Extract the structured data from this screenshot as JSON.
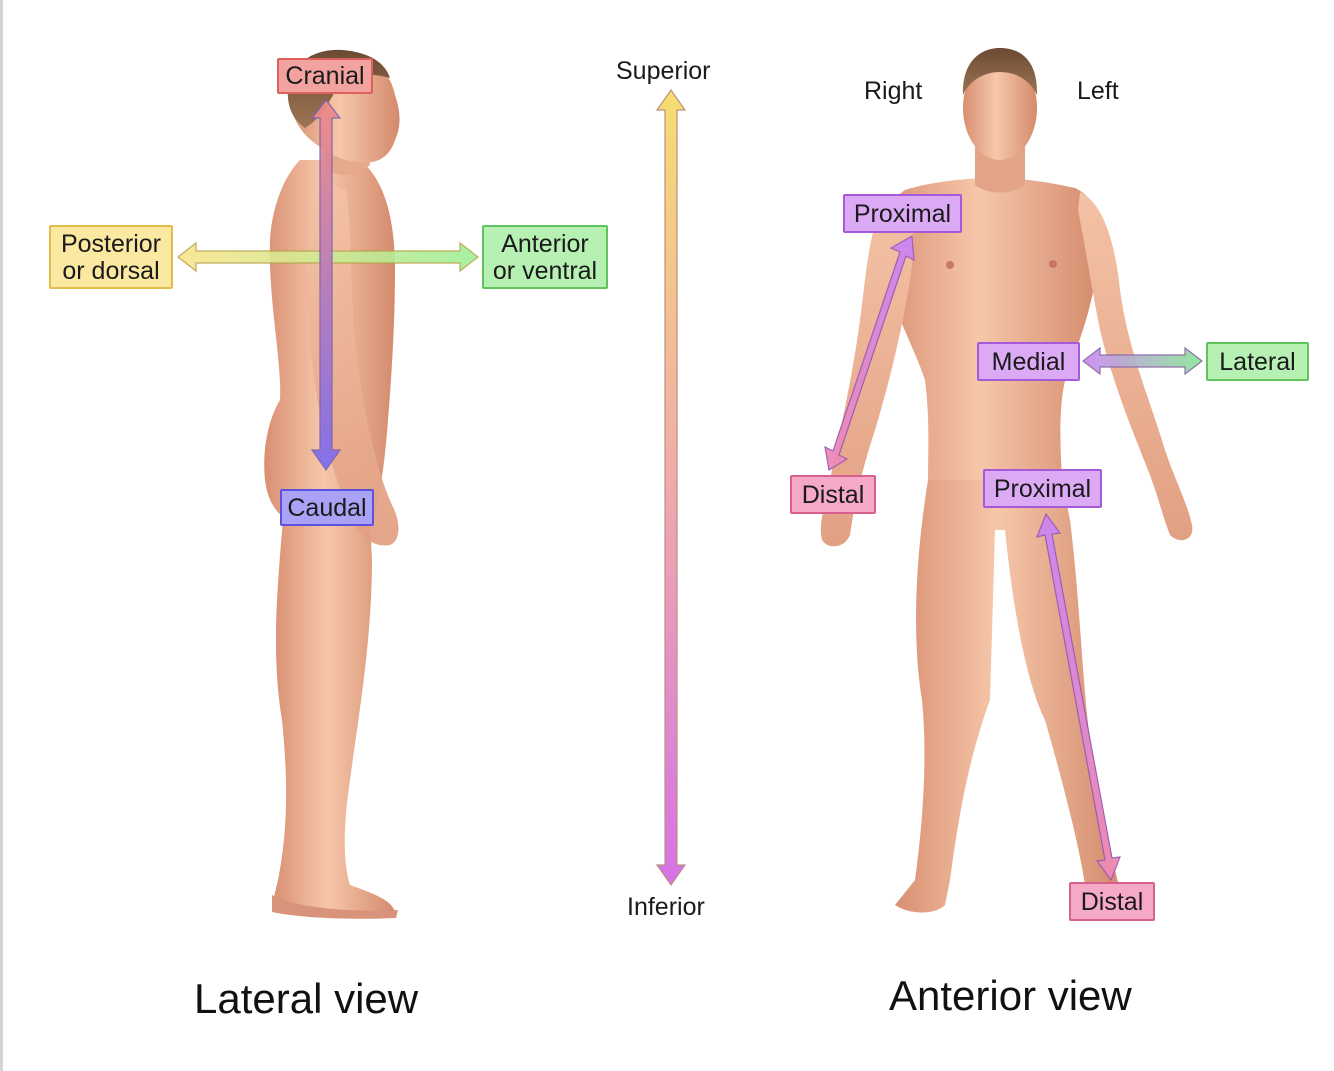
{
  "lateral": {
    "cranial": "Cranial",
    "caudal": "Caudal",
    "posterior": [
      "Posterior",
      "or dorsal"
    ],
    "anterior": [
      "Anterior",
      "or ventral"
    ],
    "caption": "Lateral view"
  },
  "axis": {
    "superior": "Superior",
    "inferior": "Inferior"
  },
  "anterior_view": {
    "right": "Right",
    "left": "Left",
    "arm_proximal": "Proximal",
    "arm_distal": "Distal",
    "medial": "Medial",
    "lateral": "Lateral",
    "leg_proximal": "Proximal",
    "leg_distal": "Distal",
    "caption": "Anterior view"
  },
  "colors": {
    "cranial": "#f2a3a0",
    "caudal": "#a9a2f5",
    "posterior": "#fbe9a2",
    "anterior": "#b6f0b3",
    "proximal": "#dcaaf5",
    "distal": "#f5a9c6",
    "skin": "#efb89a"
  }
}
